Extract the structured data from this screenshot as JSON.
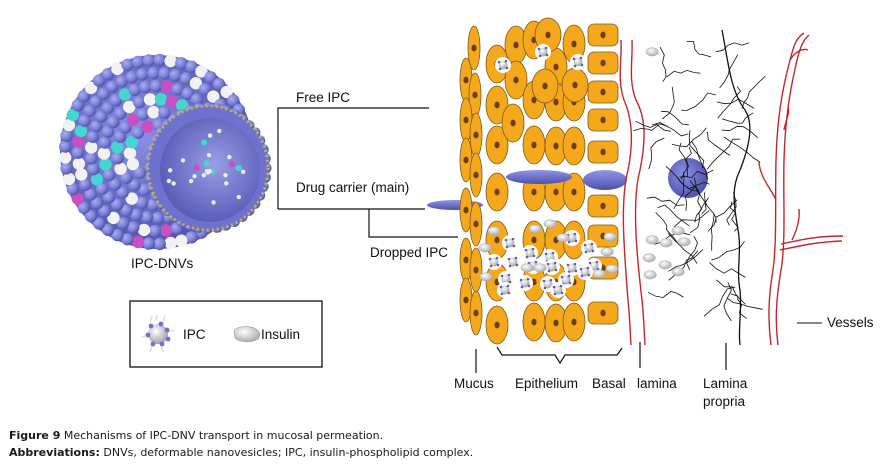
{
  "figure": {
    "number_label": "Figure 9",
    "title": "Mechanisms of IPC-DNV transport in mucosal permeation.",
    "abbreviations_label": "Abbreviations:",
    "abbreviations_text": "DNVs, deformable nanovesicles; IPC, insulin-phospholipid complex."
  },
  "vesicle": {
    "label": "IPC-DNVs"
  },
  "pathways": {
    "free": "Free IPC",
    "carrier": "Drug carrier (main)",
    "dropped": "Dropped IPC"
  },
  "legend": {
    "items": [
      {
        "icon": "ipc-icon",
        "label": "IPC"
      },
      {
        "icon": "insulin-icon",
        "label": "Insulin"
      }
    ]
  },
  "layers": {
    "mucus": "Mucus",
    "epithelium": "Epithelium",
    "basal_lamina_1": "Basal",
    "basal_lamina_2": "lamina",
    "lamina_propria_1": "Lamina",
    "lamina_propria_2": "propria",
    "vessels": "Vessels"
  },
  "colors": {
    "cell_fill": "#F5A81C",
    "cell_stroke": "#7A5A1A",
    "nucleus": "#6B3F12",
    "vessel": "#C0282D",
    "vesicle": "#7A7FD6",
    "vesicle_dark": "#5A5FB8",
    "cyan": "#46D6D0",
    "magenta": "#C94FC3"
  }
}
